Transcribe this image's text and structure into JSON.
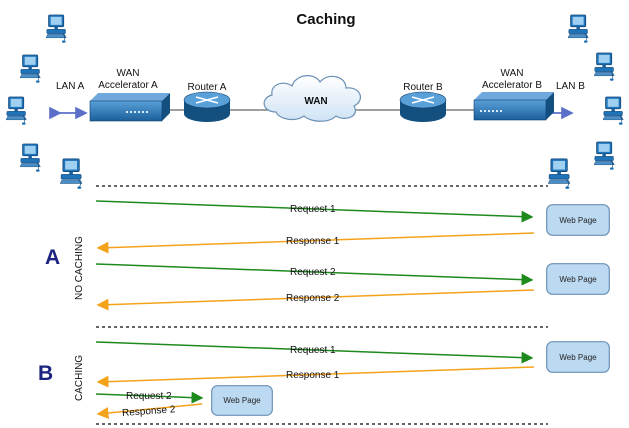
{
  "title": "Caching",
  "network": {
    "lan_a": "LAN A",
    "lan_b": "LAN B",
    "accel_a": [
      "WAN",
      "Accelerator A"
    ],
    "accel_b": [
      "WAN",
      "Accelerator B"
    ],
    "router_a": "Router A",
    "router_b": "Router B",
    "wan": "WAN"
  },
  "section_a": {
    "letter": "A",
    "side_label": "NO CACHING",
    "web_page_1": "Web Page",
    "web_page_2": "Web Page",
    "request_1": "Request 1",
    "response_1": "Response 1",
    "request_2": "Request 2",
    "response_2": "Response 2"
  },
  "section_b": {
    "letter": "B",
    "side_label": "CACHING",
    "web_page_1": "Web Page",
    "web_page_cached": "Web Page",
    "request_1": "Request 1",
    "response_1": "Response 1",
    "request_2": "Request 2",
    "response_2": "Response 2"
  },
  "colors": {
    "request": "#1e8a1e",
    "response": "#f5a21b",
    "lan_link": "#5b6fc9",
    "device_blue": "#1f73b8",
    "page_box": "#bcd9f2",
    "section_letter": "#1a237e"
  },
  "icons": [
    "computer-icon",
    "wan-accelerator-icon",
    "router-icon",
    "cloud-icon",
    "web-page-box"
  ]
}
